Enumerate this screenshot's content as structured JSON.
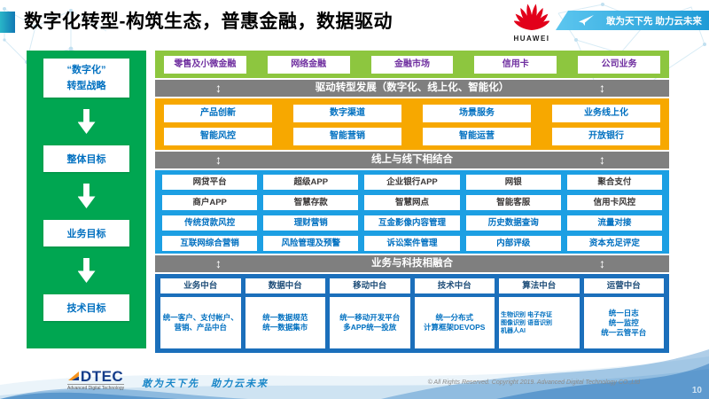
{
  "header": {
    "title": "数字化转型-构筑生态，普惠金融，数据驱动",
    "huawei_wordmark": "HUAWEI",
    "banner_slogan": "敢为天下先 助力云未来"
  },
  "icons": {
    "updown_arrow": "↕",
    "huawei_flower": "huawei-flower-icon",
    "paper_plane": "paper-plane-icon",
    "down_arrow": "down-arrow-icon"
  },
  "sidebar": {
    "steps": [
      [
        "“数字化”",
        "转型战略"
      ],
      [
        "整体目标"
      ],
      [
        "业务目标"
      ],
      [
        "技术目标"
      ]
    ]
  },
  "business_lines": {
    "items": [
      "零售及小微金融",
      "网络金融",
      "金融市场",
      "信用卡",
      "公司业务"
    ]
  },
  "bar1": {
    "label": "驱动转型发展（数字化、线上化、智能化）"
  },
  "transformation": {
    "rows": [
      [
        "产品创新",
        "数字渠道",
        "场景服务",
        "业务线上化"
      ],
      [
        "智能风控",
        "智能营销",
        "智能运营",
        "开放银行"
      ]
    ]
  },
  "bar2": {
    "label": "线上与线下相结合"
  },
  "online_offline": {
    "rows": [
      [
        "网贷平台",
        "超级APP",
        "企业银行APP",
        "网银",
        "聚合支付"
      ],
      [
        "商户APP",
        "智慧存款",
        "智慧网点",
        "智能客服",
        "信用卡风控"
      ],
      [
        "传统贷款风控",
        "理财营销",
        "互金影像内容管理",
        "历史数据查询",
        "流量对接"
      ],
      [
        "互联网综合营销",
        "风险管理及预警",
        "诉讼案件管理",
        "内部评级",
        "资本充足评定"
      ]
    ]
  },
  "bar3": {
    "label": "业务与科技相融合"
  },
  "platforms": {
    "columns": [
      {
        "title": "业务中台",
        "lines": [
          "统一客户、支付帐户、营销、产品中台"
        ],
        "small": false
      },
      {
        "title": "数据中台",
        "lines": [
          "统一数据规范",
          "统一数据集市"
        ],
        "small": false
      },
      {
        "title": "移动中台",
        "lines": [
          "统一移动开发平台",
          "多APP统一投放"
        ],
        "small": false
      },
      {
        "title": "技术中台",
        "lines": [
          "统一分布式",
          "计算框架DEVOPS"
        ],
        "small": false
      },
      {
        "title": "算法中台",
        "lines": [
          "生物识别 电子存证",
          "图像识别 语音识别",
          "机器人AI"
        ],
        "small": true
      },
      {
        "title": "运营中台",
        "lines": [
          "统一日志",
          "统一监控",
          "统一云管平台"
        ],
        "small": false
      }
    ]
  },
  "footer": {
    "logo_text": "DTEC",
    "logo_subtext": "Advanced Digital Technology",
    "slogan": "敢为天下先　助力云未来",
    "copyright": "© All Rights Reserved. Copyright 2019. Advanced Digital Technology CO.,Ltd",
    "page_number": "10"
  },
  "colors": {
    "sidebar_green": "#00a651",
    "band_green": "#8dc63f",
    "bar_gray": "#7f7f7f",
    "section_yellow": "#f7a800",
    "section_blue_bright": "#1c9fe3",
    "section_blue_deep": "#1b6fbb",
    "text_blue": "#0070c0",
    "text_purple": "#7030a0",
    "huawei_red": "#e2001a",
    "banner_blue": "#1e9ad6"
  }
}
